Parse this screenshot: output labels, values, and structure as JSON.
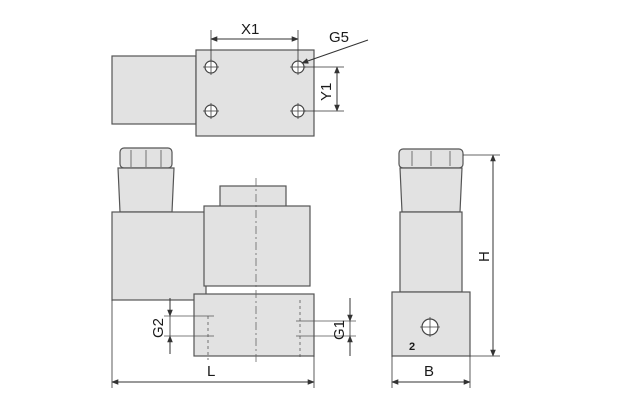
{
  "dimensions": {
    "x1": "X1",
    "g5": "G5",
    "y1": "Y1",
    "g2": "G2",
    "g1": "G1",
    "l": "L",
    "b": "B",
    "h": "H",
    "port": "2"
  },
  "colors": {
    "body_fill": "#e2e2e2",
    "body_stroke": "#555555",
    "line": "#333333",
    "background": "#ffffff"
  }
}
